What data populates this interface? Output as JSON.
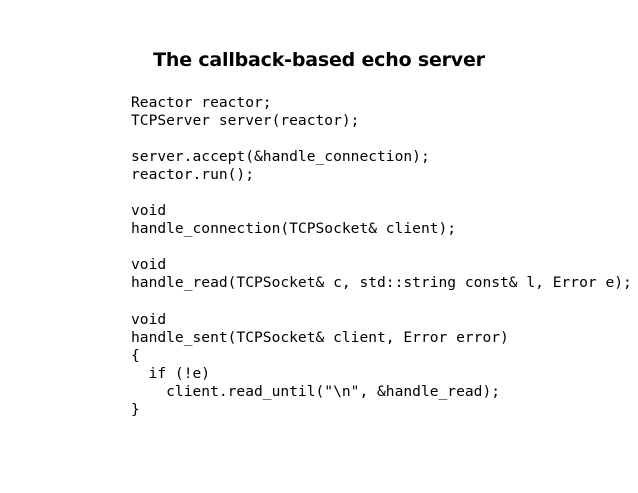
{
  "slide": {
    "title": "The callback-based echo server",
    "background_color": "#ffffff",
    "text_color": "#000000",
    "code": {
      "language": "cpp",
      "lines": [
        "Reactor reactor;",
        "TCPServer server(reactor);",
        "",
        "server.accept(&handle_connection);",
        "reactor.run();",
        "",
        "void",
        "handle_connection(TCPSocket& client);",
        "",
        "void",
        "handle_read(TCPSocket& c, std::string const& l, Error e);",
        "",
        "void",
        "handle_sent(TCPSocket& client, Error error)",
        "{",
        "  if (!e)",
        "    client.read_until(\"\\n\", &handle_read);",
        "}"
      ]
    }
  }
}
